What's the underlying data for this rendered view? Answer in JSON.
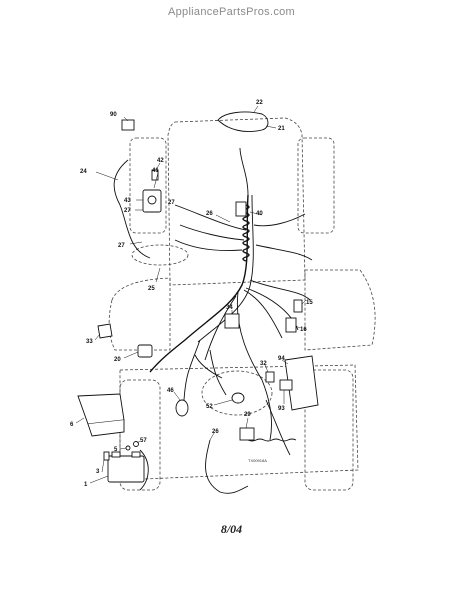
{
  "header": {
    "site": "AppliancePartsPros.com"
  },
  "footer": {
    "date": "8/04"
  },
  "figure": {
    "number": "TX00918A"
  },
  "callouts": [
    {
      "id": "c90",
      "text": "90"
    },
    {
      "id": "c22",
      "text": "22"
    },
    {
      "id": "c21",
      "text": "21"
    },
    {
      "id": "c42",
      "text": "42"
    },
    {
      "id": "c41",
      "text": "41"
    },
    {
      "id": "c24",
      "text": "24"
    },
    {
      "id": "c43",
      "text": "43"
    },
    {
      "id": "c27a",
      "text": "27"
    },
    {
      "id": "c27b",
      "text": "27"
    },
    {
      "id": "c26",
      "text": "26"
    },
    {
      "id": "c40",
      "text": "40"
    },
    {
      "id": "c27c",
      "text": "27"
    },
    {
      "id": "c25",
      "text": "25"
    },
    {
      "id": "c34",
      "text": "34"
    },
    {
      "id": "c15",
      "text": "15"
    },
    {
      "id": "c16",
      "text": "16"
    },
    {
      "id": "c33",
      "text": "33"
    },
    {
      "id": "c20",
      "text": "20"
    },
    {
      "id": "c32",
      "text": "32"
    },
    {
      "id": "c94",
      "text": "94"
    },
    {
      "id": "c46",
      "text": "46"
    },
    {
      "id": "c52",
      "text": "52"
    },
    {
      "id": "c93",
      "text": "93"
    },
    {
      "id": "c6",
      "text": "6"
    },
    {
      "id": "c29",
      "text": "29"
    },
    {
      "id": "c26b",
      "text": "26"
    },
    {
      "id": "c57",
      "text": "57"
    },
    {
      "id": "c5",
      "text": "5"
    },
    {
      "id": "c3",
      "text": "3"
    },
    {
      "id": "c1",
      "text": "1"
    }
  ]
}
